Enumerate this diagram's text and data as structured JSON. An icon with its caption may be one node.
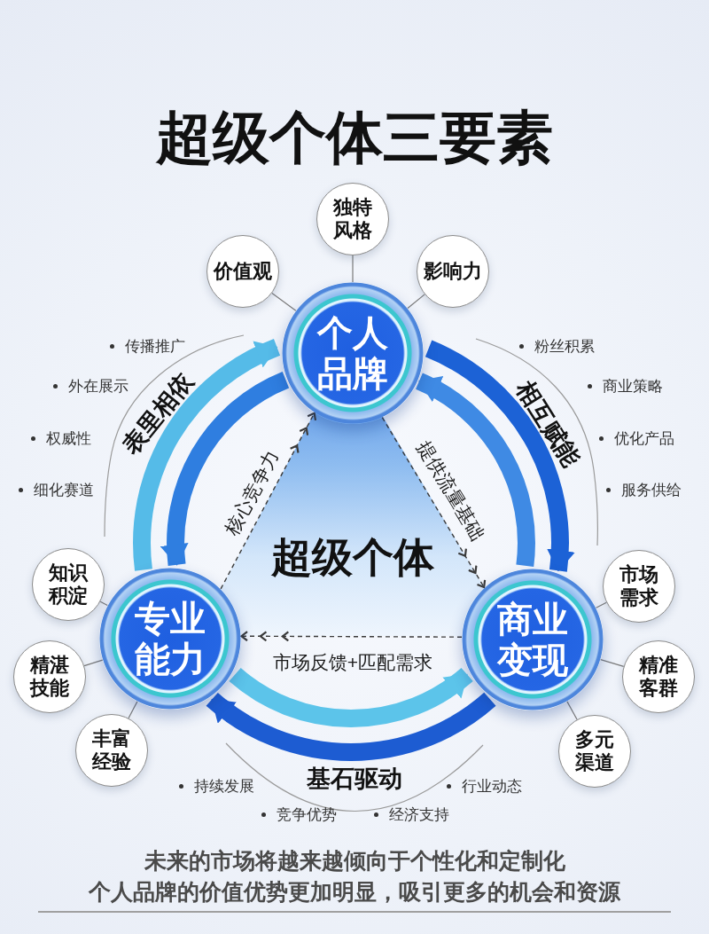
{
  "diagram": {
    "title": "超级个体三要素",
    "nodes": [
      {
        "text": [
          "独特风格"
        ]
      },
      {
        "text": [
          "价值观"
        ]
      },
      {
        "text": [
          "影响力"
        ]
      },
      {
        "text": [
          "个人品牌"
        ]
      },
      {
        "text": [
          "超级个体"
        ]
      },
      {
        "text": [
          "知识积淀"
        ]
      },
      {
        "text": [
          "专业能力"
        ]
      },
      {
        "text": [
          "商业变现"
        ]
      },
      {
        "text": [
          "市场需求"
        ]
      },
      {
        "text": [
          "精湛技能"
        ]
      },
      {
        "text": [
          "精准客群"
        ]
      },
      {
        "text": [
          "丰富经验"
        ]
      },
      {
        "text": [
          "多元渠道"
        ]
      }
    ],
    "edges": [
      {
        "from": 0,
        "to": 3,
        "arrow": "none"
      },
      {
        "from": 1,
        "to": 3,
        "arrow": "none"
      },
      {
        "from": 2,
        "to": 3,
        "arrow": "none"
      },
      {
        "from": 5,
        "to": 6,
        "arrow": "none"
      },
      {
        "from": 9,
        "to": 6,
        "arrow": "none"
      },
      {
        "from": 11,
        "to": 6,
        "arrow": "none"
      },
      {
        "from": 8,
        "to": 7,
        "arrow": "none"
      },
      {
        "from": 10,
        "to": 7,
        "arrow": "none"
      },
      {
        "from": 12,
        "to": 7,
        "arrow": "none"
      },
      {
        "from": 6,
        "to": 3,
        "arrow": "to",
        "label": "核心竞争力",
        "style": "dashed",
        "color": "#3a3a3a"
      },
      {
        "from": 3,
        "to": 7,
        "arrow": "to",
        "label": "提供流量基础",
        "style": "dashed",
        "color": "#3a3a3a"
      },
      {
        "from": 7,
        "to": 6,
        "arrow": "to",
        "label": "市场反馈+匹配需求",
        "style": "dashed",
        "color": "#3a3a3a"
      },
      {
        "from": 6,
        "to": 3,
        "arrow": "to",
        "style": "thick",
        "color": "#55bbe8"
      },
      {
        "from": 3,
        "to": 6,
        "arrow": "to",
        "style": "thick",
        "color": "#2f7ee0"
      },
      {
        "from": 3,
        "to": 7,
        "arrow": "to",
        "style": "thick",
        "color": "#1c62d6"
      },
      {
        "from": 7,
        "to": 3,
        "arrow": "to",
        "style": "thick",
        "color": "#3f8ae4"
      },
      {
        "from": 7,
        "to": 6,
        "arrow": "to",
        "style": "thick",
        "color": "#1d5cd2"
      },
      {
        "from": 6,
        "to": 7,
        "arrow": "to",
        "style": "thick",
        "color": "#5cc4ea"
      }
    ],
    "labels": [
      "传播推广",
      "粉丝积累",
      "外在展示",
      "商业策略",
      "表里相依",
      "相互赋能",
      "权威性",
      "优化产品",
      "细化赛道",
      "服务供给",
      "基石驱动",
      "持续发展",
      "行业动态",
      "竞争优势",
      "经济支持",
      "未来的市场将越来越倾向于个性化和定制化",
      "个人品牌的价值优势更加明显，吸引更多的机会和资源"
    ]
  }
}
